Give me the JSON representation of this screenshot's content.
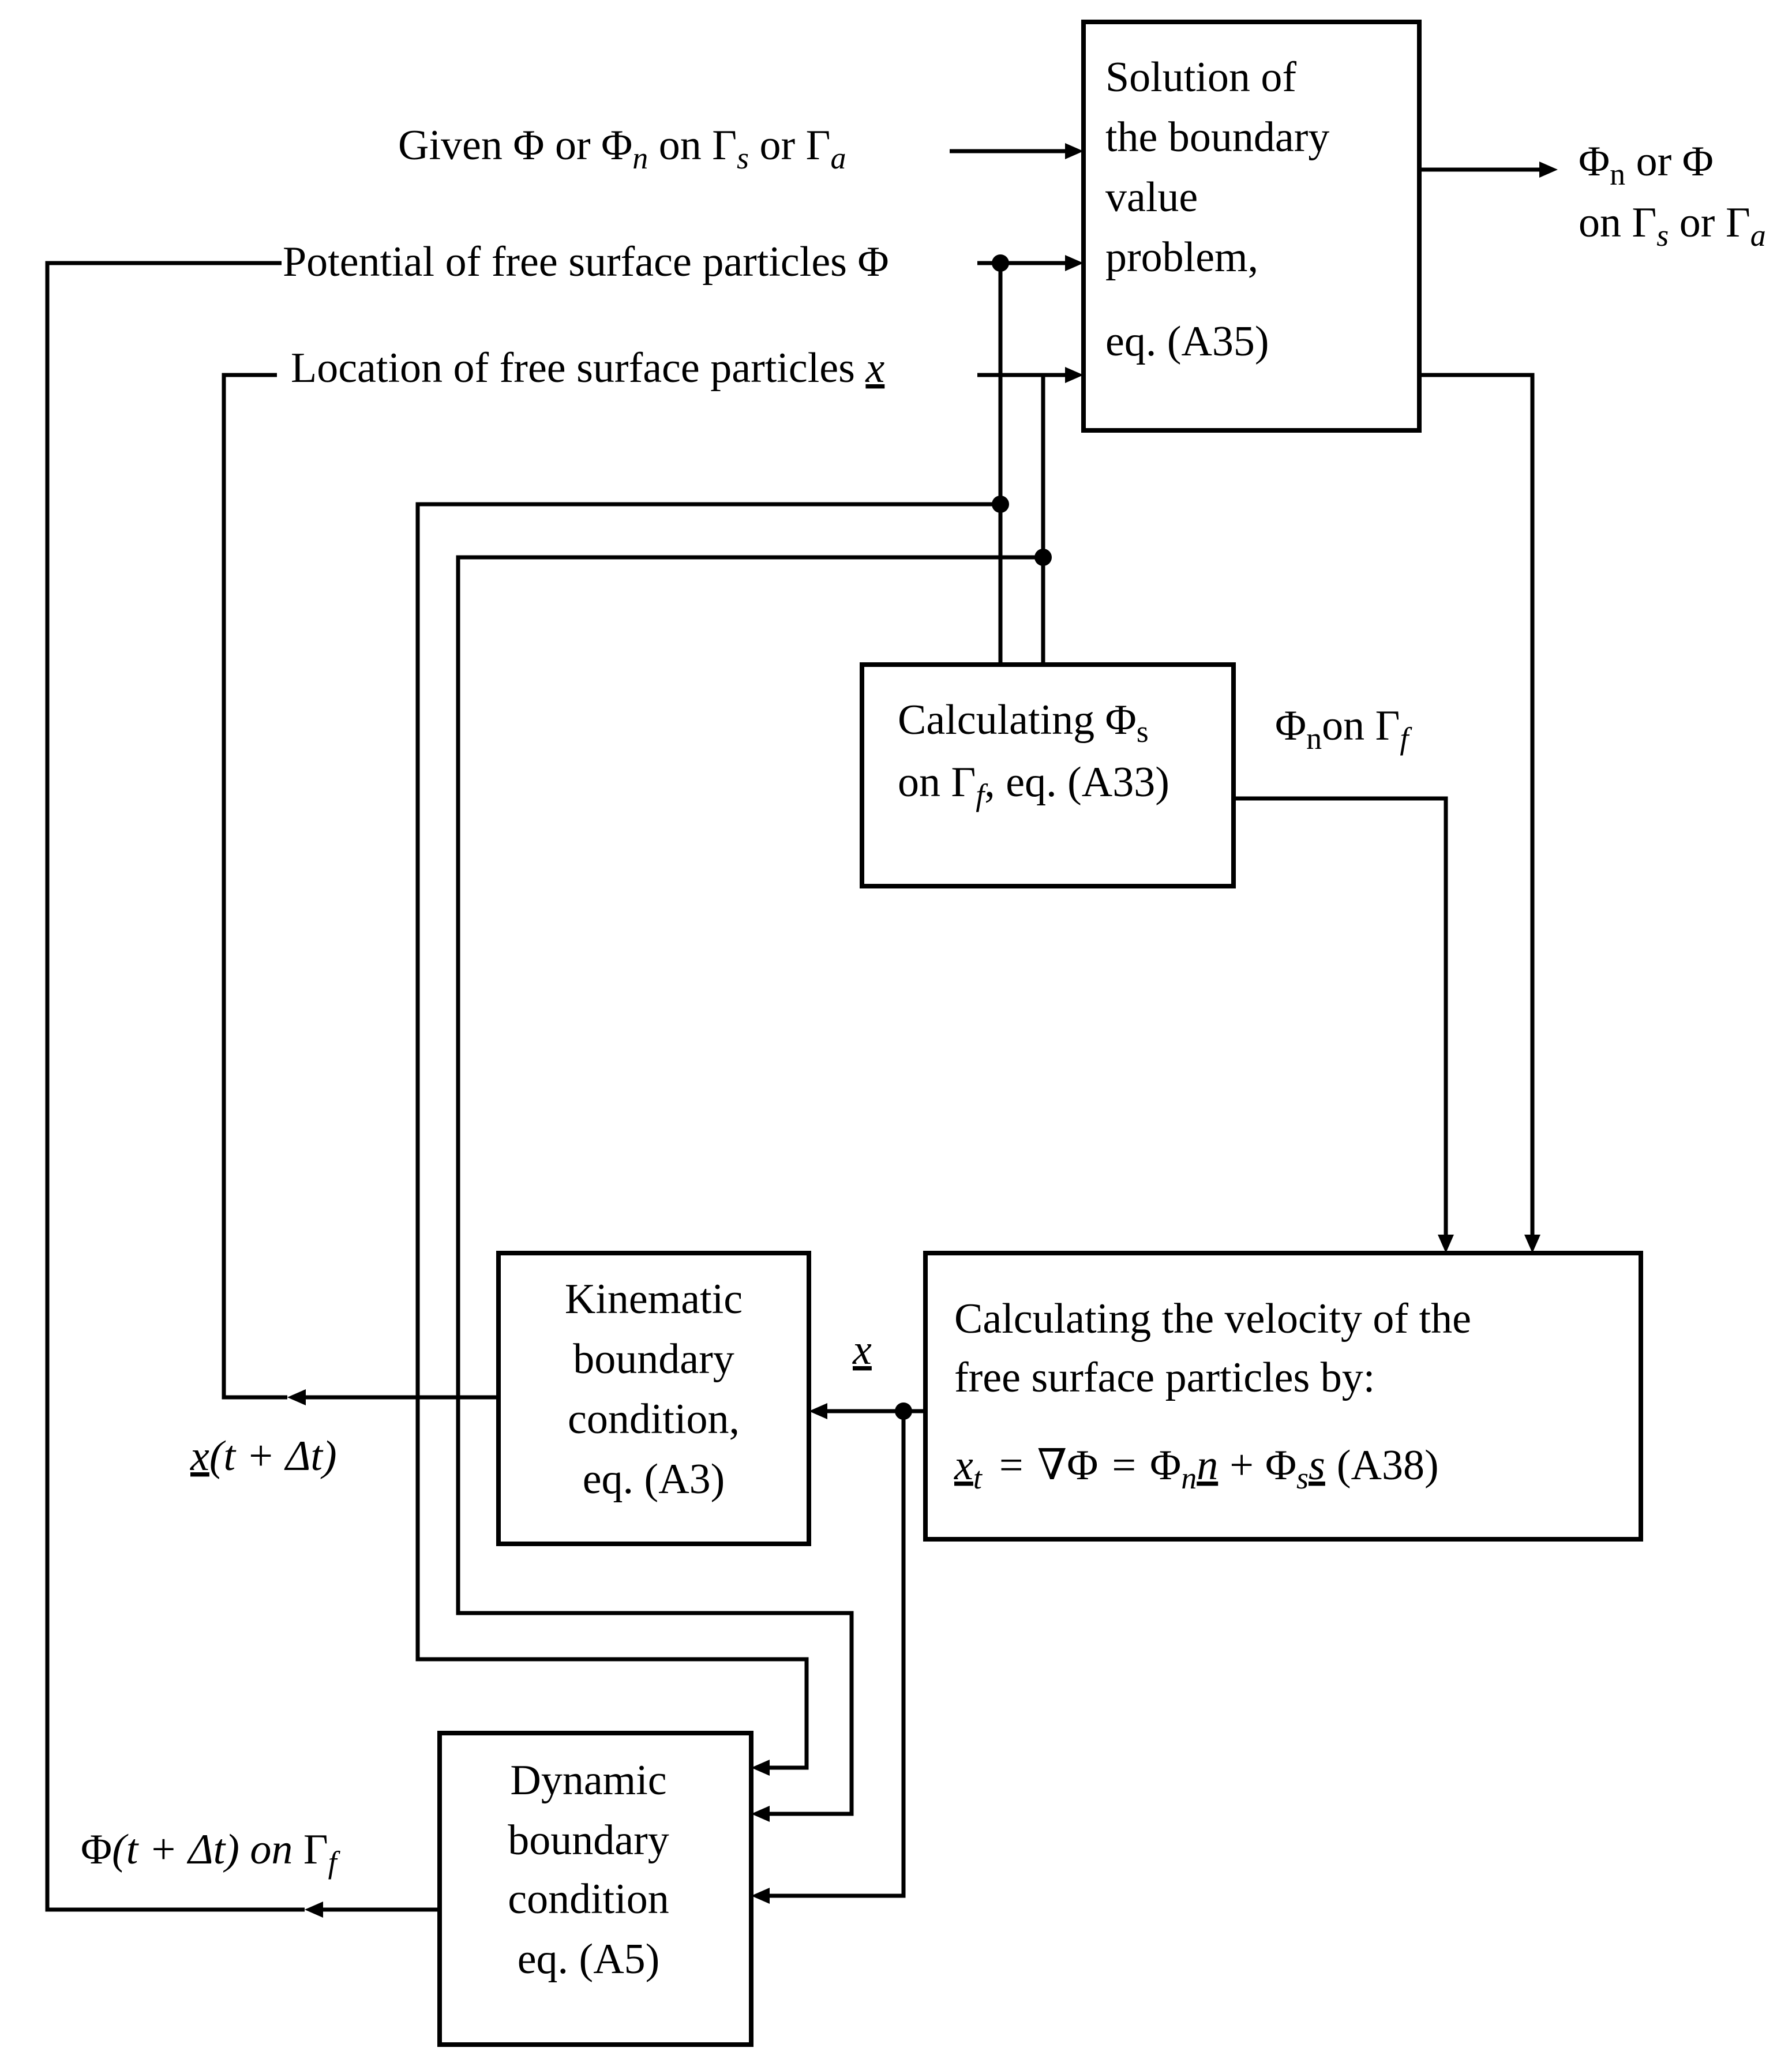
{
  "blocks": {
    "bvp": {
      "line1": "Solution of",
      "line2": "the boundary",
      "line3": "value",
      "line4": "problem,",
      "line5": "eq. (A35)"
    },
    "phis": {
      "line1": "Calculating",
      "line2_pre": "on",
      "line2_post": ", eq. (A33)"
    },
    "velocity": {
      "line1": "Calculating the velocity of the",
      "line2": "free surface particles by:",
      "eq_ref": "(A38)"
    },
    "kinematic": {
      "line1": "Kinematic",
      "line2": "boundary",
      "line3": "condition,",
      "line4": "eq. (A3)"
    },
    "dynamic": {
      "line1": "Dynamic",
      "line2": "boundary",
      "line3": "condition",
      "line4": "eq. (A5)"
    }
  },
  "labels": {
    "given": {
      "w1": "Given",
      "w2": "or",
      "w3": "on",
      "w4": "or"
    },
    "potential": "Potential of free surface particles",
    "location": "Location of free surface particles",
    "output": {
      "w1": "or",
      "w2": "on",
      "w3": "or"
    },
    "phin_on_gf": {
      "w1": "on"
    },
    "x_new": "(t + Δt)",
    "phi_new": {
      "w1": "(t + Δt) on"
    }
  },
  "symbols": {
    "phi": "Φ",
    "gamma": "Γ",
    "nabla": "∇",
    "sub_n": "n",
    "sub_s": "s",
    "sub_a": "a",
    "sub_f": "f",
    "sub_t": "t",
    "x": "x",
    "n_vec": "n",
    "s_vec": "s",
    "eq": "=",
    "plus": "+"
  }
}
